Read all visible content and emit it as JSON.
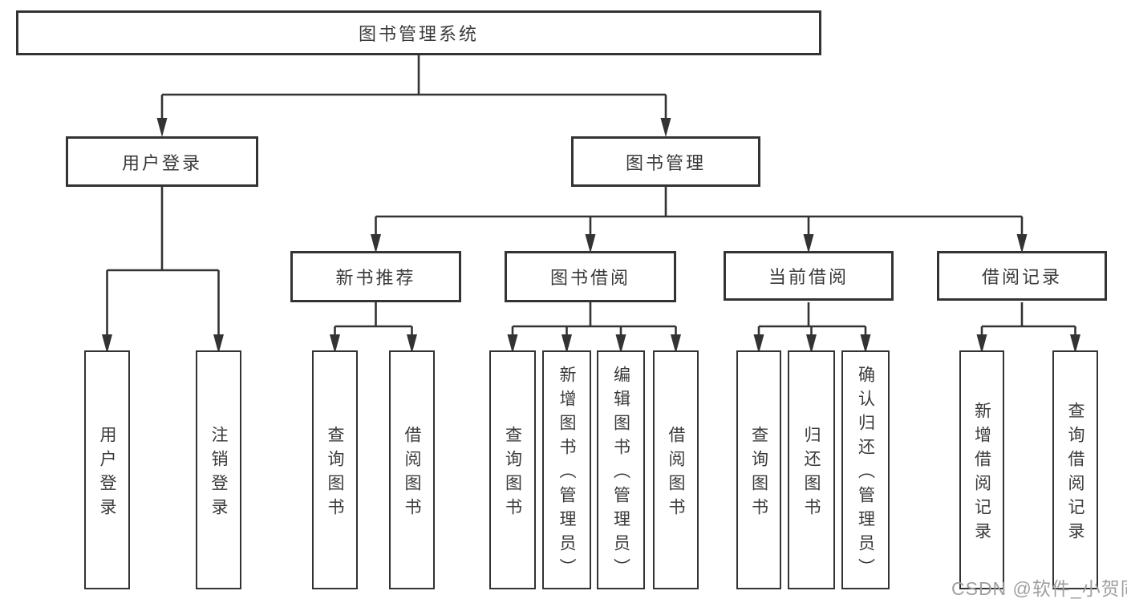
{
  "diagram": {
    "root": {
      "label": "图书管理系统"
    },
    "branches": [
      {
        "label": "用户登录",
        "leaves": [
          {
            "label": "用户登录"
          },
          {
            "label": "注销登录"
          }
        ]
      },
      {
        "label": "图书管理",
        "groups": [
          {
            "label": "新书推荐",
            "leaves": [
              {
                "label": "查询图书"
              },
              {
                "label": "借阅图书"
              }
            ]
          },
          {
            "label": "图书借阅",
            "leaves": [
              {
                "label": "查询图书"
              },
              {
                "label": "新增图书（管理员）"
              },
              {
                "label": "编辑图书（管理员）"
              },
              {
                "label": "借阅图书"
              }
            ]
          },
          {
            "label": "当前借阅",
            "leaves": [
              {
                "label": "查询图书"
              },
              {
                "label": "归还图书"
              },
              {
                "label": "确认归还（管理员）"
              }
            ]
          },
          {
            "label": "借阅记录",
            "leaves": [
              {
                "label": "新增借阅记录"
              },
              {
                "label": "查询借阅记录"
              }
            ]
          }
        ]
      }
    ]
  },
  "watermark": {
    "text": "CSDN @软件_小贺同学",
    "color": "#9f9f9f"
  },
  "colors": {
    "line": "#333333",
    "box_background": "#ffffff",
    "text": "#3a3a3a"
  }
}
